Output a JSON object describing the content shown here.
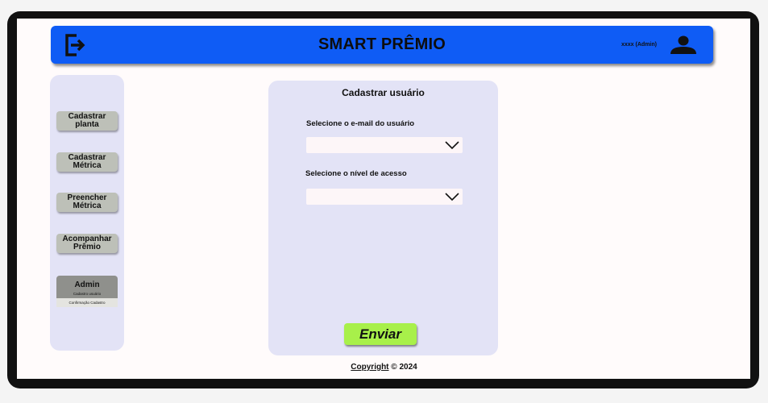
{
  "header": {
    "title": "SMART PRÊMIO",
    "user_label": "xxxx (Admin)",
    "color": "#0f5cf5",
    "icons": [
      "logout-icon",
      "user-avatar-icon"
    ]
  },
  "sidebar": {
    "items": [
      {
        "line1": "Cadastrar",
        "line2": "planta"
      },
      {
        "line1": "Cadastrar",
        "line2": "Métrica"
      },
      {
        "line1": "Preencher",
        "line2": "Métrica"
      },
      {
        "line1": "Acompanhar",
        "line2": "Prêmio"
      }
    ],
    "admin": {
      "title": "Admin",
      "sub_items": [
        "Cadastro usuário",
        "Confirmação Cadastro"
      ]
    }
  },
  "form": {
    "title": "Cadastrar usuário",
    "email_label": "Selecione o e-mail do usuário",
    "email_value": "",
    "level_label": "Selecione o nível de acesso",
    "level_value": "",
    "submit_label": "Enviar",
    "submit_color": "#a8f04a"
  },
  "footer": {
    "link": "Copyright",
    "text": " © 2024"
  }
}
